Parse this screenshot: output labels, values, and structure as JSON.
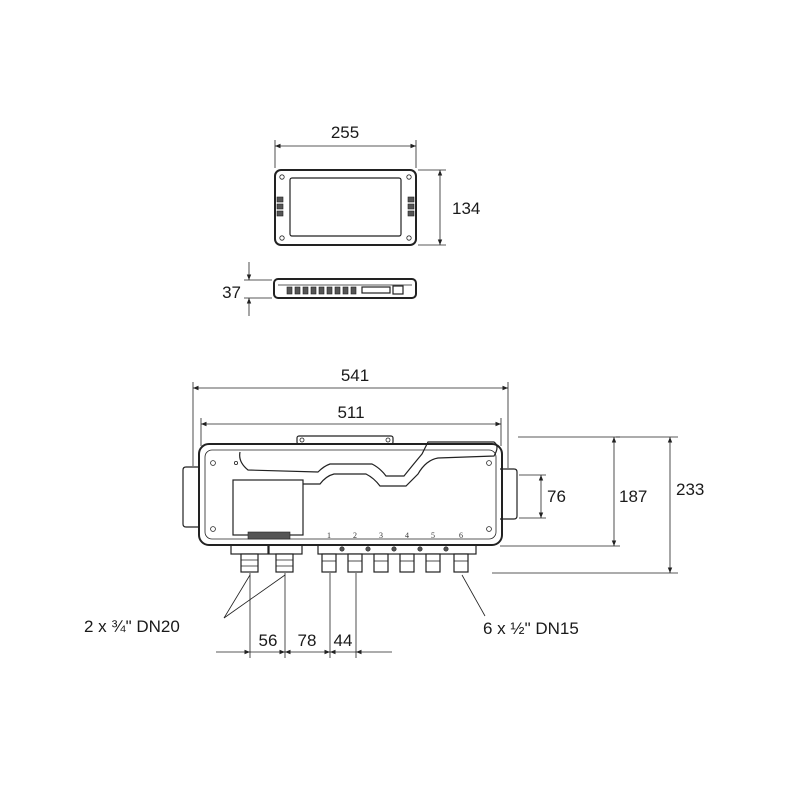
{
  "dimensions": {
    "front_width": "255",
    "front_height": "134",
    "side_depth": "37",
    "overall_width": "541",
    "body_width": "511",
    "bracket_height": "76",
    "inner_height": "187",
    "overall_height": "233",
    "spacing_large_ports": "56",
    "spacing_to_small_ports": "78",
    "spacing_small_ports": "44"
  },
  "notes": {
    "large_ports": "2 x ¾\" DN20",
    "small_ports": "6 x ½\" DN15"
  },
  "port_numbers": [
    "1",
    "2",
    "3",
    "4",
    "5",
    "6"
  ]
}
